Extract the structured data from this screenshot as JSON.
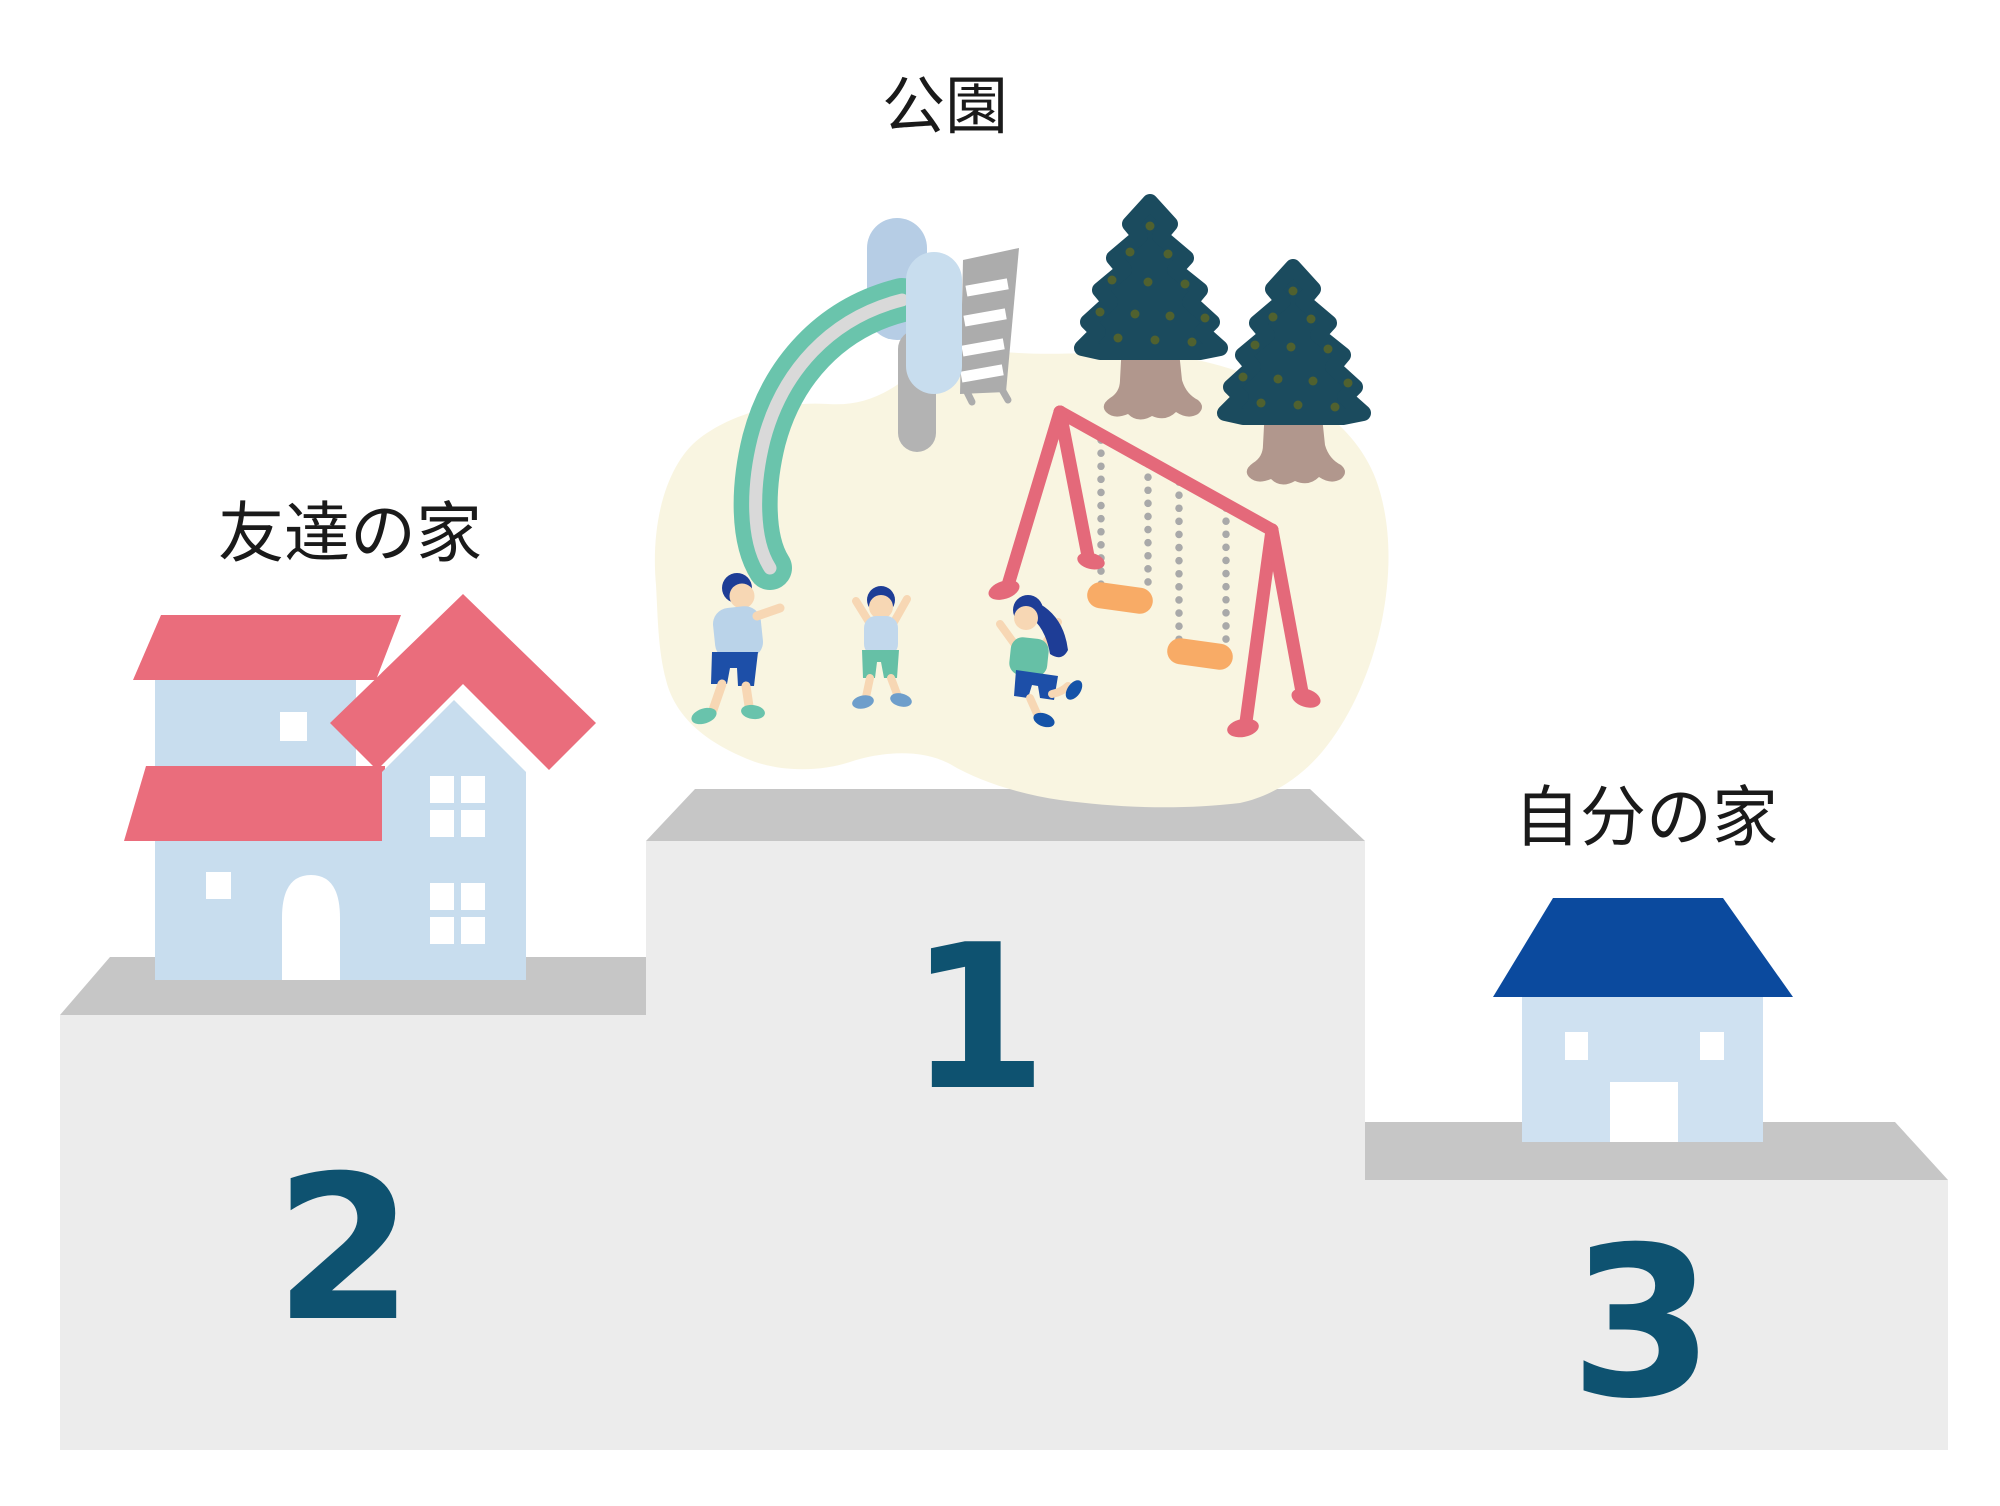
{
  "ranking": [
    {
      "rank": "1",
      "label": "公園"
    },
    {
      "rank": "2",
      "label": "友達の家"
    },
    {
      "rank": "3",
      "label": "自分の家"
    }
  ],
  "icons": {
    "first": "playground-park-icon",
    "second": "friends-house-icon",
    "third": "my-house-icon"
  },
  "palette": {
    "podium_front": "#ececec",
    "podium_top": "#c6c6c6",
    "rank_text": "#0e5270",
    "label_text": "#1a1a1a",
    "park_ground": "#f9f5e1",
    "slide_teal": "#6ac4ac",
    "slide_stripe": "#d9d9d9",
    "structure_gray": "#b3b3b3",
    "tree_foliage": "#1b4b5e",
    "tree_trunk": "#b1978d",
    "swing_frame": "#e4697a",
    "swing_chain": "#a9a9a9",
    "swing_seat": "#f8ab66",
    "skin": "#f7d7b4",
    "hair_blue": "#1e3d96",
    "roof_red": "#ea6d7c",
    "house_wall_blue": "#c8ddee",
    "my_house_roof_blue": "#0b4a9e",
    "my_house_wall_blue": "#cfe1f1"
  }
}
